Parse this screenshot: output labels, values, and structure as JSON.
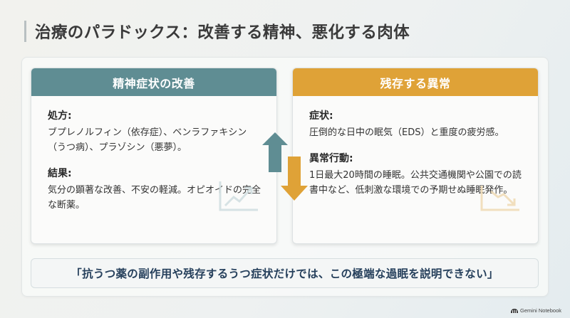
{
  "title": "治療のパラドックス：改善する精神、悪化する肉体",
  "left_card": {
    "header": "精神症状の改善",
    "sections": [
      {
        "title": "処方:",
        "text": "ブプレノルフィン（依存症）、ベンラファキシン（うつ病）、プラゾシン（悪夢）。"
      },
      {
        "title": "結果:",
        "text": "気分の顕著な改善、不安の軽減。オピオイドの完全な断薬。"
      }
    ],
    "icon": "trend-up-chart-icon"
  },
  "right_card": {
    "header": "残存する異常",
    "sections": [
      {
        "title": "症状:",
        "text": "圧倒的な日中の眠気（EDS）と重度の疲労感。"
      },
      {
        "title": "異常行動:",
        "text": "1日最大20時間の睡眠。公共交通機関や公園での読書中など、低刺激な環境での予期せぬ睡眠発作。"
      }
    ],
    "icon": "trend-down-chart-icon"
  },
  "quote": "「抗うつ薬の副作用や残存するうつ症状だけでは、この極端な過眠を説明できない」",
  "brand": "Gemini Notebook",
  "colors": {
    "teal": "#5f8d93",
    "amber": "#dfa237",
    "quote_text": "#26405c"
  }
}
